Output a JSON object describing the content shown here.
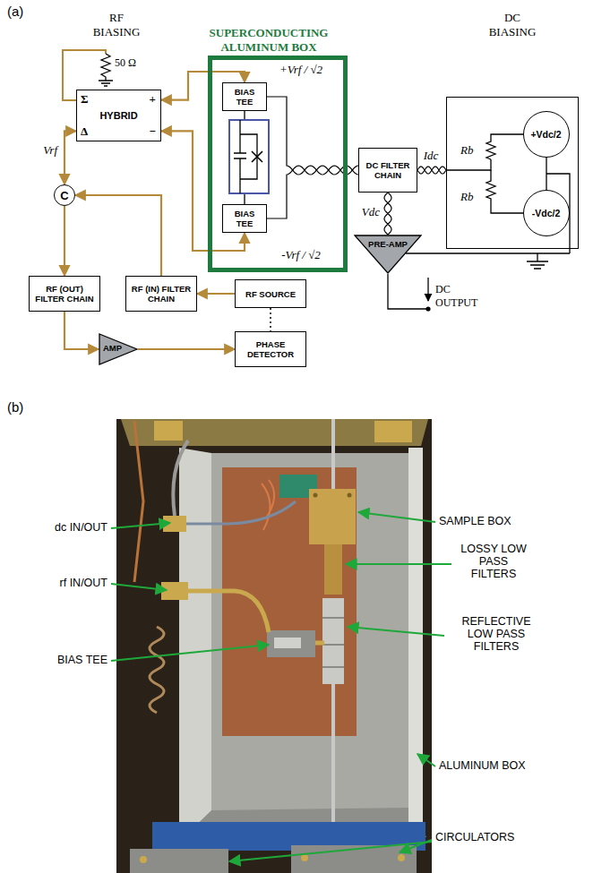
{
  "diagram": {
    "nodes": [
      {
        "text": [
          "SUPERCONDUCTING ALUMINUM BOX"
        ]
      },
      {
        "text": [
          "BIAS TEE"
        ],
        "in": 0
      },
      {
        "text": [
          "BIAS TEE"
        ],
        "in": 0
      },
      {
        "text": [
          "Σ",
          "HYBRID",
          "Δ",
          "+",
          "−"
        ]
      },
      {
        "text": [
          "C"
        ]
      },
      {
        "text": [
          "RF (OUT) FILTER CHAIN"
        ]
      },
      {
        "text": [
          "RF (IN) FILTER CHAIN"
        ]
      },
      {
        "text": [
          "RF SOURCE"
        ]
      },
      {
        "text": [
          "AMP"
        ]
      },
      {
        "text": [
          "PHASE DETECTOR"
        ]
      },
      {
        "text": [
          "DC FILTER CHAIN"
        ]
      },
      {
        "text": [
          "Rb",
          "Rb"
        ]
      },
      {
        "text": [
          "+Vdc/2"
        ],
        "in": 11
      },
      {
        "text": [
          "-Vdc/2"
        ],
        "in": 11
      },
      {
        "text": [
          "PRE-AMP"
        ]
      }
    ],
    "edges": [
      {
        "from": 3,
        "to": 1,
        "arrow": "both"
      },
      {
        "from": 3,
        "to": 2,
        "arrow": "both"
      },
      {
        "from": 3,
        "to": 4,
        "arrow": "both"
      },
      {
        "from": 4,
        "to": 5,
        "arrow": "to"
      },
      {
        "from": 6,
        "to": 4,
        "arrow": "to"
      },
      {
        "from": 7,
        "to": 6,
        "arrow": "to"
      },
      {
        "from": 5,
        "to": 8,
        "arrow": "to"
      },
      {
        "from": 8,
        "to": 9,
        "arrow": "to"
      },
      {
        "from": 7,
        "to": 9,
        "arrow": "none"
      },
      {
        "from": 1,
        "to": 10,
        "arrow": "none"
      },
      {
        "from": 2,
        "to": 10,
        "arrow": "none"
      },
      {
        "from": 10,
        "to": 11,
        "label": "Idc",
        "arrow": "none"
      },
      {
        "from": 10,
        "to": 14,
        "label": "Vdc",
        "arrow": "none"
      }
    ],
    "labels": [
      "(a)",
      "RF BIASING",
      "DC BIASING",
      "+Vrf / √2",
      "-Vrf / √2",
      "50 Ω",
      "Vrf",
      "DC OUTPUT",
      "(b)",
      "dc IN/OUT",
      "rf IN/OUT",
      "BIAS TEE",
      "SAMPLE BOX",
      "LOSSY LOW PASS FILTERS",
      "REFLECTIVE LOW PASS FILTERS",
      "ALUMINUM BOX",
      "CIRCULATORS"
    ]
  }
}
